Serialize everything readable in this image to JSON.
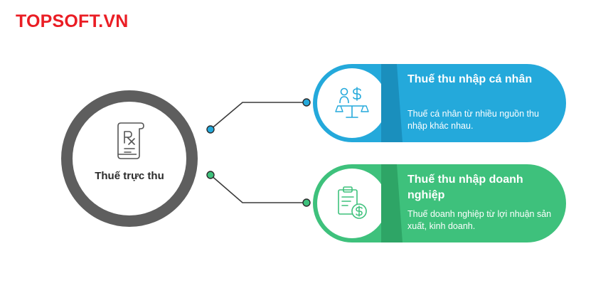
{
  "brand": {
    "text": "TOPSOFT.VN",
    "color": "#ea1d24"
  },
  "hub": {
    "label": "Thuế trực thu",
    "icon": "prescription-scroll-icon",
    "ring_color": "#5e5e5e"
  },
  "branches": [
    {
      "title": "Thuế thu nhập cá nhân",
      "description": "Thuế cá nhân từ nhiều nguồn thu nhập khác nhau.",
      "icon": "person-dollar-scale-icon",
      "color": "#24a9db"
    },
    {
      "title": "Thuế thu nhập doanh nghiệp",
      "description": "Thuế doanh nghiệp từ lợi nhuận sản xuất, kinh doanh.",
      "icon": "clipboard-dollar-icon",
      "color": "#3ec17c"
    }
  ],
  "connector_color": "#3a3a3a"
}
